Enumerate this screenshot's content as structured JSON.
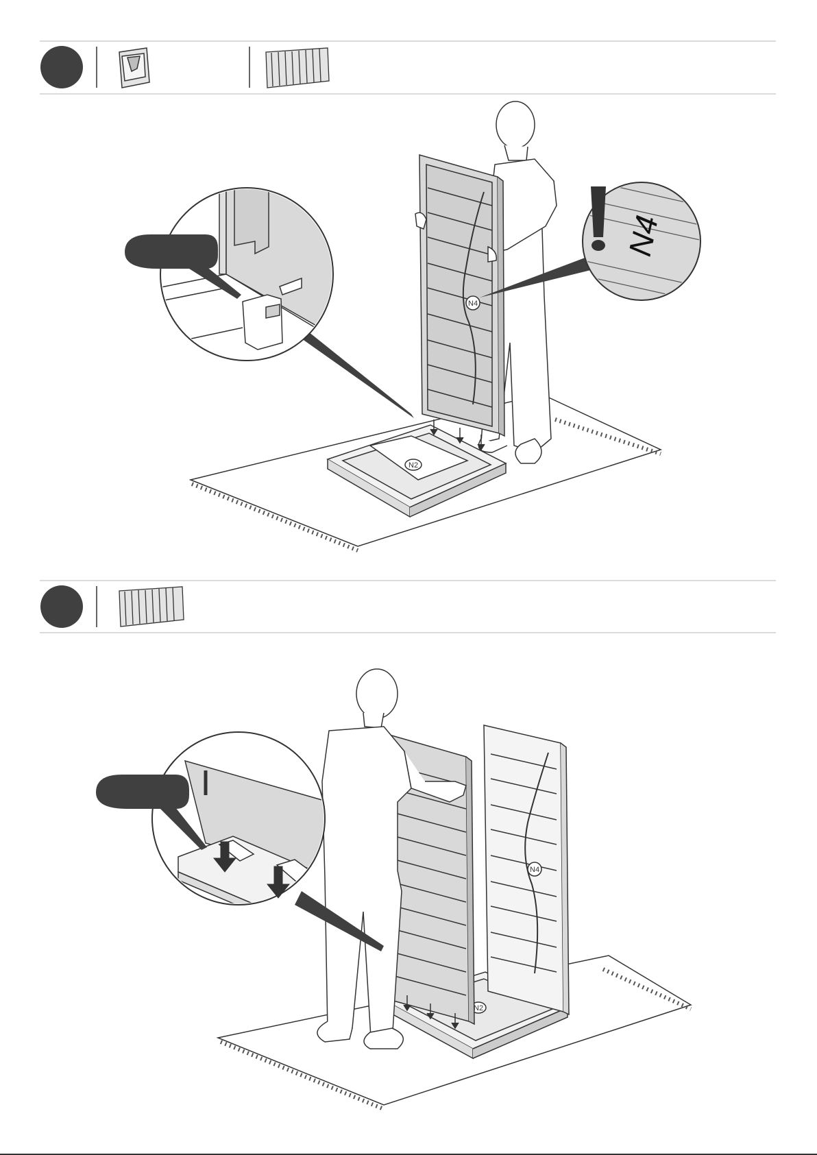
{
  "colors": {
    "ink": "#333333",
    "fill_gray": "#d9d9d9",
    "dark_badge": "#404040",
    "rule": "#cfcfcf"
  },
  "step1": {
    "zoom_callout_label": "N4",
    "panel_marking": "N4",
    "base_marking": "N2",
    "warning_icon": "exclamation-icon",
    "parts": [
      "door-panel-icon",
      "wall-panel-icon"
    ]
  },
  "step2": {
    "panel_marking": "N4",
    "base_marking": "N2",
    "parts": [
      "wall-panel-icon"
    ]
  }
}
